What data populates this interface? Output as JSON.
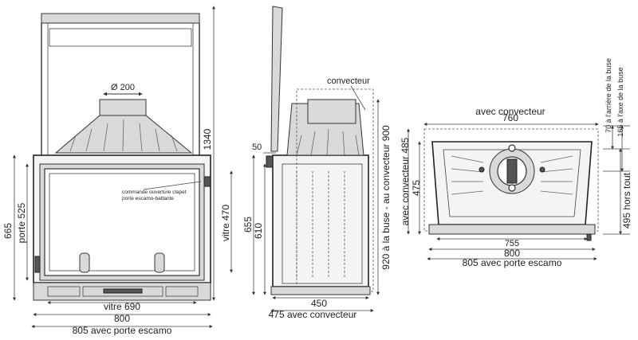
{
  "front_view": {
    "dim_flue_diameter": "Ø 200",
    "dim_total_height": "1340",
    "dim_height_665": "665",
    "dim_door_525": "porte 525",
    "dim_glass_height": "vitre 470",
    "dim_glass_width": "vitre 690",
    "dim_width_800": "800",
    "dim_width_805": "805 avec porte escamo",
    "note_line1": "commande ouverture clapet",
    "note_line2": "porte escamo-battante"
  },
  "side_view": {
    "label_convecteur": "convecteur",
    "dim_50": "50",
    "dim_655": "655",
    "dim_610": "610",
    "dim_flue_height": "920 à la buse - au convecteur 900",
    "dim_depth_450": "450",
    "dim_depth_475": "475 avec convecteur"
  },
  "top_view": {
    "dim_with_convector": "avec convecteur",
    "dim_760": "760",
    "dim_depth_485": "avec convecteur 485",
    "dim_depth_475": "475",
    "dim_755": "755",
    "dim_800": "800",
    "dim_805": "805 avec porte escamo",
    "dim_70": "70 à l'arrière de la buse",
    "dim_165": "165 à l'axe de la buse",
    "dim_495": "495 hors tout"
  }
}
